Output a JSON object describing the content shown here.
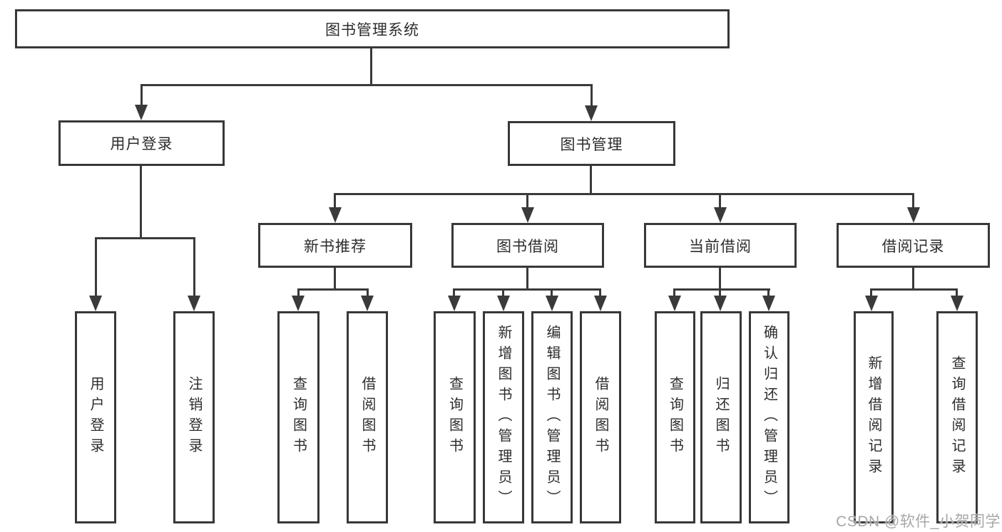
{
  "tree": {
    "root": {
      "label": "图书管理系统"
    },
    "branches": [
      {
        "label": "用户登录",
        "leaves": [
          {
            "label": "用户登录"
          },
          {
            "label": "注销登录"
          }
        ]
      },
      {
        "label": "图书管理",
        "groups": [
          {
            "label": "新书推荐",
            "leaves": [
              {
                "label": "查询图书"
              },
              {
                "label": "借阅图书"
              }
            ]
          },
          {
            "label": "图书借阅",
            "leaves": [
              {
                "label": "查询图书"
              },
              {
                "label": "新增图书（管理员）"
              },
              {
                "label": "编辑图书（管理员）"
              },
              {
                "label": "借阅图书"
              }
            ]
          },
          {
            "label": "当前借阅",
            "leaves": [
              {
                "label": "查询图书"
              },
              {
                "label": "归还图书"
              },
              {
                "label": "确认归还（管理员）"
              }
            ]
          },
          {
            "label": "借阅记录",
            "leaves": [
              {
                "label": "新增借阅记录"
              },
              {
                "label": "查询借阅记录"
              }
            ]
          }
        ]
      }
    ]
  },
  "watermark": {
    "text": "CSDN @软件_小贺同学"
  },
  "colors": {
    "line": "#3a3a3a",
    "box_border": "#383838",
    "text": "#2d2d2d",
    "watermark": "#a7a7ab",
    "background": "#ffffff"
  }
}
